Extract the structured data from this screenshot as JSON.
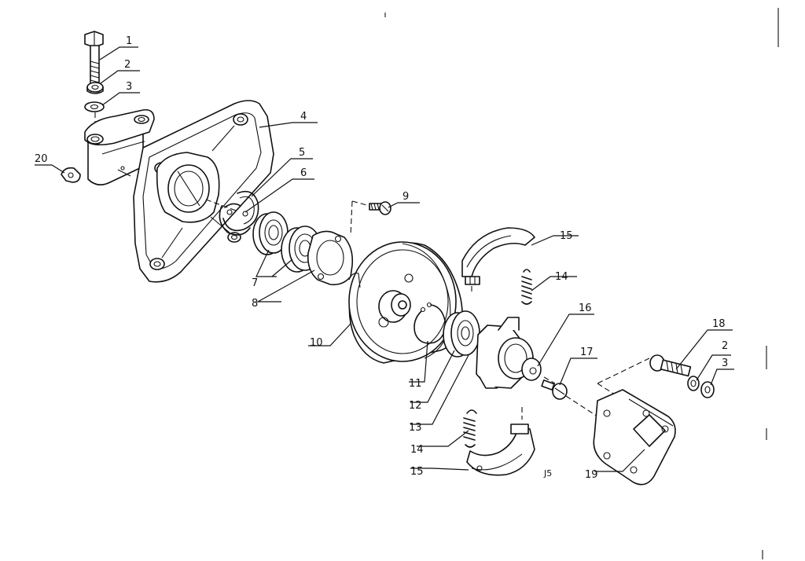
{
  "callouts": {
    "c1": "1",
    "c2": "2",
    "c3": "3",
    "c4": "4",
    "c5": "5",
    "c6": "6",
    "c7": "7",
    "c8": "8",
    "c9": "9",
    "c10": "10",
    "c11": "11",
    "c12": "12",
    "c13": "13",
    "c14a": "14",
    "c14b": "14",
    "c15a": "15",
    "c15b": "15",
    "c16": "16",
    "c17": "17",
    "c18": "18",
    "c2b": "2",
    "c3b": "3",
    "c19": "19",
    "c20": "20"
  },
  "drawing_code": "J5"
}
